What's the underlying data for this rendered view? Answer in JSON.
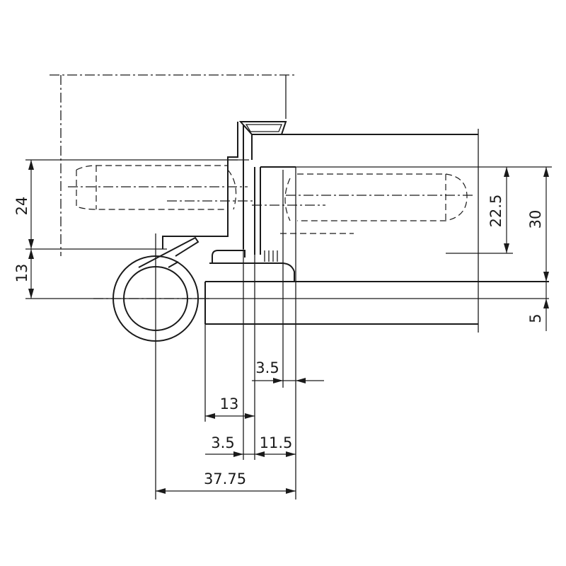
{
  "dimensions": {
    "d24": "24",
    "d13_left": "13",
    "d22_5": "22.5",
    "d30": "30",
    "d5": "5",
    "d3_5_top": "3.5",
    "d13_bottom": "13",
    "d3_5_bottom": "3.5",
    "d11_5": "11.5",
    "d37_75": "37.75"
  }
}
